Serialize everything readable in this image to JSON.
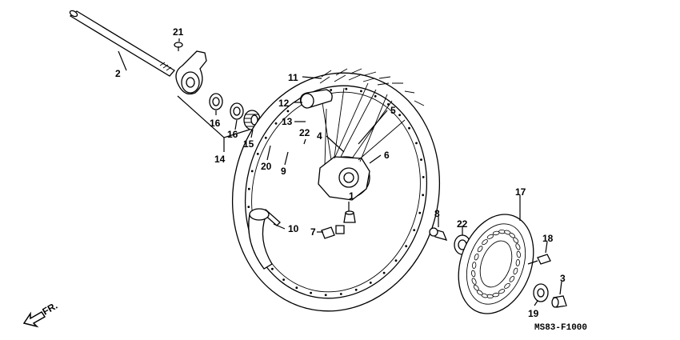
{
  "callouts": [
    "1",
    "2",
    "3",
    "4",
    "5",
    "6",
    "7",
    "8",
    "9",
    "10",
    "11",
    "12",
    "13",
    "14",
    "15",
    "16",
    "16",
    "17",
    "18",
    "19",
    "20",
    "21",
    "22",
    "22"
  ],
  "drawing_code": "MS83-F1000",
  "direction_label": "FR.",
  "icons": {
    "direction": "arrow-icon"
  }
}
